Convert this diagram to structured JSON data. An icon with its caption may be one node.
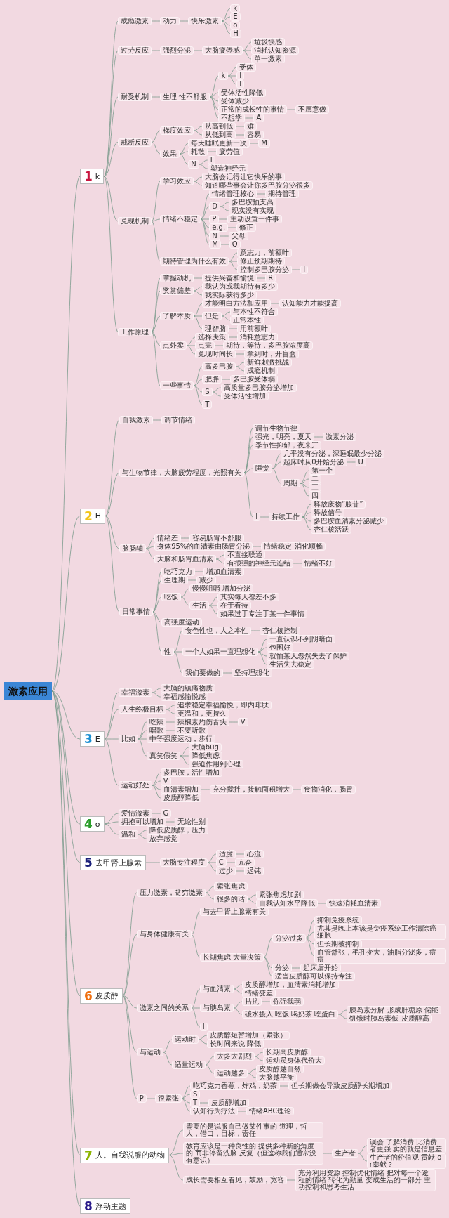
{
  "diagram": {
    "nodes": [
      {
        "text": [
          "激素应用"
        ]
      },
      {
        "text": [
          "1",
          "k"
        ]
      },
      {
        "text": [
          "成瘾激素"
        ]
      },
      {
        "text": [
          "动力"
        ]
      },
      {
        "text": [
          "快乐激素"
        ]
      },
      {
        "text": [
          "k"
        ]
      },
      {
        "text": [
          "E"
        ]
      },
      {
        "text": [
          "o"
        ]
      },
      {
        "text": [
          "H"
        ]
      },
      {
        "text": [
          "过劳反应"
        ]
      },
      {
        "text": [
          "强烈分泌"
        ]
      },
      {
        "text": [
          "大脑疲倦感"
        ]
      },
      {
        "text": [
          "垃圾快感"
        ]
      },
      {
        "text": [
          "消耗认知资源"
        ]
      },
      {
        "text": [
          "单一激素"
        ]
      },
      {
        "text": [
          "耐受机制"
        ]
      },
      {
        "text": [
          "生理 性不舒服"
        ]
      },
      {
        "text": [
          "k"
        ]
      },
      {
        "text": [
          "受体"
        ]
      },
      {
        "text": [
          "I"
        ]
      },
      {
        "text": [
          "I"
        ]
      },
      {
        "text": [
          "受体活性降低"
        ]
      },
      {
        "text": [
          "受体减少"
        ]
      },
      {
        "text": [
          "正常的成长性的事情"
        ]
      },
      {
        "text": [
          "不愿意做"
        ]
      },
      {
        "text": [
          "不想学"
        ]
      },
      {
        "text": [
          "A"
        ]
      },
      {
        "text": [
          "戒断反应"
        ]
      },
      {
        "text": [
          "梯度效应"
        ]
      },
      {
        "text": [
          "从高到低"
        ]
      },
      {
        "text": [
          "难"
        ]
      },
      {
        "text": [
          "从低到高"
        ]
      },
      {
        "text": [
          "容易"
        ]
      },
      {
        "text": [
          "效果"
        ]
      },
      {
        "text": [
          "每天睡眠更新一次"
        ]
      },
      {
        "text": [
          "M"
        ]
      },
      {
        "text": [
          "耗散"
        ]
      },
      {
        "text": [
          "疲劳值"
        ]
      },
      {
        "text": [
          "N"
        ]
      },
      {
        "text": [
          "I"
        ]
      },
      {
        "text": [
          "塑造神经元"
        ]
      },
      {
        "text": [
          "兑现机制"
        ]
      },
      {
        "text": [
          "学习效应"
        ]
      },
      {
        "text": [
          "大脑会记得让它快乐的事"
        ]
      },
      {
        "text": [
          "知道哪些事会让你多巴胺分泌很多"
        ]
      },
      {
        "text": [
          "情绪不稳定"
        ]
      },
      {
        "text": [
          "情绪管理核心"
        ]
      },
      {
        "text": [
          "期待管理"
        ]
      },
      {
        "text": [
          "D"
        ]
      },
      {
        "text": [
          "多巴胺预支高"
        ]
      },
      {
        "text": [
          "现实没有实现"
        ]
      },
      {
        "text": [
          "P"
        ]
      },
      {
        "text": [
          "主动设置一件事"
        ]
      },
      {
        "text": [
          "e.g."
        ]
      },
      {
        "text": [
          "修正"
        ]
      },
      {
        "text": [
          "N"
        ]
      },
      {
        "text": [
          "父母"
        ]
      },
      {
        "text": [
          "M"
        ]
      },
      {
        "text": [
          "Q"
        ]
      },
      {
        "text": [
          "期待管理为什么有效"
        ]
      },
      {
        "text": [
          "意志力，前额叶"
        ]
      },
      {
        "text": [
          "修正预期期待"
        ]
      },
      {
        "text": [
          "控制多巴胺分泌"
        ]
      },
      {
        "text": [
          "I"
        ]
      },
      {
        "text": [
          "工作原理"
        ]
      },
      {
        "text": [
          "掌握动机"
        ]
      },
      {
        "text": [
          "提供兴奋和愉悦"
        ]
      },
      {
        "text": [
          "R"
        ]
      },
      {
        "text": [
          "奖赏偏差"
        ]
      },
      {
        "text": [
          "我认为或我期待有多少"
        ]
      },
      {
        "text": [
          "我实际获得多少"
        ]
      },
      {
        "text": [
          "了解本质"
        ]
      },
      {
        "text": [
          "才能明白方法和应用"
        ]
      },
      {
        "text": [
          "认知能力才能提高"
        ]
      },
      {
        "text": [
          "但是"
        ]
      },
      {
        "text": [
          "与本性不符合"
        ]
      },
      {
        "text": [
          "正常本性"
        ]
      },
      {
        "text": [
          "理智脑"
        ]
      },
      {
        "text": [
          "用前额叶"
        ]
      },
      {
        "text": [
          "点外卖"
        ]
      },
      {
        "text": [
          "选择决策"
        ]
      },
      {
        "text": [
          "消耗意志力"
        ]
      },
      {
        "text": [
          "点完"
        ]
      },
      {
        "text": [
          "期待，等待，多巴胺浓度高"
        ]
      },
      {
        "text": [
          "兑现时间长"
        ]
      },
      {
        "text": [
          "拿到时，开盲盒"
        ]
      },
      {
        "text": [
          "一些事情"
        ]
      },
      {
        "text": [
          "高多巴胺"
        ]
      },
      {
        "text": [
          "新鲜刺激挑战"
        ]
      },
      {
        "text": [
          "成瘾机制"
        ]
      },
      {
        "text": [
          "肥胖"
        ]
      },
      {
        "text": [
          "多巴胺受体弱"
        ]
      },
      {
        "text": [
          "S"
        ]
      },
      {
        "text": [
          "高质量多巴胺分泌增加"
        ]
      },
      {
        "text": [
          "受体活性增加"
        ]
      },
      {
        "text": [
          "T"
        ]
      },
      {
        "text": [
          "2",
          "H"
        ]
      },
      {
        "text": [
          "自我激素"
        ]
      },
      {
        "text": [
          "调节情绪"
        ]
      },
      {
        "text": [
          "与生物节律，大脑疲劳程度，光照有关"
        ]
      },
      {
        "text": [
          "调节生物节律"
        ]
      },
      {
        "text": [
          "强光，明亮，夏天"
        ]
      },
      {
        "text": [
          "激素分泌"
        ]
      },
      {
        "text": [
          "季节性抑郁，夜来开"
        ]
      },
      {
        "text": [
          "睡觉"
        ]
      },
      {
        "text": [
          "几乎没有分泌，深睡眠最少分泌"
        ]
      },
      {
        "text": [
          "起床时从0开始分泌"
        ]
      },
      {
        "text": [
          "U"
        ]
      },
      {
        "text": [
          "周期"
        ]
      },
      {
        "text": [
          "第一个"
        ]
      },
      {
        "text": [
          "二"
        ]
      },
      {
        "text": [
          "三"
        ]
      },
      {
        "text": [
          "四"
        ]
      },
      {
        "text": [
          "I"
        ]
      },
      {
        "text": [
          "持续工作"
        ]
      },
      {
        "text": [
          "释放废物“腺苷”"
        ]
      },
      {
        "text": [
          "释放信号"
        ]
      },
      {
        "text": [
          "多巴胺血清素分泌减少"
        ]
      },
      {
        "text": [
          "杏仁核活跃"
        ]
      },
      {
        "text": [
          "脑肠轴"
        ]
      },
      {
        "text": [
          "情绪差"
        ]
      },
      {
        "text": [
          "容易肠胃不舒服"
        ]
      },
      {
        "text": [
          "身体95%的血清素由肠胃分泌"
        ]
      },
      {
        "text": [
          "情绪稳定 消化顺畅"
        ]
      },
      {
        "text": [
          "大脑和肠胃血清素"
        ]
      },
      {
        "text": [
          "不直接联通"
        ]
      },
      {
        "text": [
          "有很强的神经元连结"
        ]
      },
      {
        "text": [
          "情绪不好"
        ]
      },
      {
        "text": [
          "日常事情"
        ]
      },
      {
        "text": [
          "吃巧克力"
        ]
      },
      {
        "text": [
          "增加血清素"
        ]
      },
      {
        "text": [
          "生理期"
        ]
      },
      {
        "text": [
          "减少"
        ]
      },
      {
        "text": [
          "吃饭"
        ]
      },
      {
        "text": [
          "慢慢咀嚼 增加分泌"
        ]
      },
      {
        "text": [
          "生活"
        ]
      },
      {
        "text": [
          "其实每天都差不多"
        ]
      },
      {
        "text": [
          "在于看待"
        ]
      },
      {
        "text": [
          "如果过于专注于某一件事情"
        ]
      },
      {
        "text": [
          "高强度运动"
        ]
      },
      {
        "text": [
          "性"
        ]
      },
      {
        "text": [
          "食色性也，人之本性"
        ]
      },
      {
        "text": [
          "杏仁核控制"
        ]
      },
      {
        "text": [
          "一个人如果一直理想化"
        ]
      },
      {
        "text": [
          "一直认识不到阴暗面"
        ]
      },
      {
        "text": [
          "包围好"
        ]
      },
      {
        "text": [
          "就怕某天忽然失去了保护"
        ]
      },
      {
        "text": [
          "生活失去稳定"
        ]
      },
      {
        "text": [
          "我们要做的"
        ]
      },
      {
        "text": [
          "坚持理想化"
        ]
      },
      {
        "text": [
          "3",
          "E"
        ]
      },
      {
        "text": [
          "幸福激素"
        ]
      },
      {
        "text": [
          "大脑的镇痛物质"
        ]
      },
      {
        "text": [
          "幸福感愉悦感"
        ]
      },
      {
        "text": [
          "人生终极目标"
        ]
      },
      {
        "text": [
          "追求稳定幸福愉悦，即内啡肽"
        ]
      },
      {
        "text": [
          "更温和，更持久"
        ]
      },
      {
        "text": [
          "比如"
        ]
      },
      {
        "text": [
          "吃辣"
        ]
      },
      {
        "text": [
          "辣椒素灼伤舌头"
        ]
      },
      {
        "text": [
          "V"
        ]
      },
      {
        "text": [
          "唱歌"
        ]
      },
      {
        "text": [
          "不要听歌"
        ]
      },
      {
        "text": [
          "中等强度运动，步行"
        ]
      },
      {
        "text": [
          "真笑假笑"
        ]
      },
      {
        "text": [
          "大脑bug"
        ]
      },
      {
        "text": [
          "降低焦虑"
        ]
      },
      {
        "text": [
          "强迫作用到心理"
        ]
      },
      {
        "text": [
          "运动好处"
        ]
      },
      {
        "text": [
          "多巴胺，活性增加"
        ]
      },
      {
        "text": [
          "V"
        ]
      },
      {
        "text": [
          "血清素增加"
        ]
      },
      {
        "text": [
          "充分搅拌，接触面积增大"
        ]
      },
      {
        "text": [
          "食物消化，肠胃"
        ]
      },
      {
        "text": [
          "皮质醇降低"
        ]
      },
      {
        "text": [
          "4",
          "o"
        ]
      },
      {
        "text": [
          "爱情激素"
        ]
      },
      {
        "text": [
          "G"
        ]
      },
      {
        "text": [
          "拥抱可以增加"
        ]
      },
      {
        "text": [
          "无论性别"
        ]
      },
      {
        "text": [
          "温和"
        ]
      },
      {
        "text": [
          "降低皮质醇，压力"
        ]
      },
      {
        "text": [
          "放弃感觉"
        ]
      },
      {
        "text": [
          "5",
          "去甲肾上腺素"
        ]
      },
      {
        "text": [
          "大脑专注程度"
        ]
      },
      {
        "text": [
          "适度"
        ]
      },
      {
        "text": [
          "心流"
        ]
      },
      {
        "text": [
          "C"
        ]
      },
      {
        "text": [
          "亢奋"
        ]
      },
      {
        "text": [
          "过少"
        ]
      },
      {
        "text": [
          "迟钝"
        ]
      },
      {
        "text": [
          "6",
          "皮质醇"
        ]
      },
      {
        "text": [
          "压力激素，贫穷激素"
        ]
      },
      {
        "text": [
          "紧张焦虑"
        ]
      },
      {
        "text": [
          "很多的话"
        ]
      },
      {
        "text": [
          "紧张焦虑加剧"
        ]
      },
      {
        "text": [
          "自我认知水平降低"
        ]
      },
      {
        "text": [
          "快速消耗血清素"
        ]
      },
      {
        "text": [
          "与身体健康有关"
        ]
      },
      {
        "text": [
          "与去甲肾上腺素有关"
        ]
      },
      {
        "text": [
          "长期焦虑 大量决策"
        ]
      },
      {
        "text": [
          "分泌过多"
        ]
      },
      {
        "text": [
          "抑制免疫系统"
        ]
      },
      {
        "text": [
          "尤其是晚上本该是免疫系统工作清除癌细胞"
        ]
      },
      {
        "text": [
          "但长期被抑制"
        ]
      },
      {
        "text": [
          "血管舒张，毛孔变大，油脂分泌多，痘痘"
        ]
      },
      {
        "text": [
          "分泌"
        ]
      },
      {
        "text": [
          "起床后开始"
        ]
      },
      {
        "text": [
          "适当皮质醇可以保持专注"
        ]
      },
      {
        "text": [
          "激素之间的关系"
        ]
      },
      {
        "text": [
          "与血清素"
        ]
      },
      {
        "text": [
          "皮质醇增加，血清素消耗增加"
        ]
      },
      {
        "text": [
          "情绪变差"
        ]
      },
      {
        "text": [
          "与胰岛素"
        ]
      },
      {
        "text": [
          "拮抗"
        ]
      },
      {
        "text": [
          "你强我弱"
        ]
      },
      {
        "text": [
          "碳水摄入 吃饭 喝奶茶 吃蛋白"
        ]
      },
      {
        "text": [
          "胰岛素分解 形成肝糖原 储能"
        ]
      },
      {
        "text": [
          "饥饿时胰岛素低 皮质醇高"
        ]
      },
      {
        "text": [
          "I"
        ]
      },
      {
        "text": [
          "与运动"
        ]
      },
      {
        "text": [
          "运动时"
        ]
      },
      {
        "text": [
          "皮质醇短暂增加（紧张）"
        ]
      },
      {
        "text": [
          "长时间来说 降低"
        ]
      },
      {
        "text": [
          "适量运动"
        ]
      },
      {
        "text": [
          "太多太剧烈"
        ]
      },
      {
        "text": [
          "长期高皮质醇"
        ]
      },
      {
        "text": [
          "运动员身体代价大"
        ]
      },
      {
        "text": [
          "运动越多"
        ]
      },
      {
        "text": [
          "皮质醇越自然"
        ]
      },
      {
        "text": [
          "大脑越平衡"
        ]
      },
      {
        "text": [
          "P"
        ]
      },
      {
        "text": [
          "很紧张"
        ]
      },
      {
        "text": [
          "吃巧克力香蕉，炸鸡，奶茶"
        ]
      },
      {
        "text": [
          "但长期做会导致皮质醇长期增加"
        ]
      },
      {
        "text": [
          "S"
        ]
      },
      {
        "text": [
          "T"
        ]
      },
      {
        "text": [
          "皮质醇增加"
        ]
      },
      {
        "text": [
          "认知行为疗法"
        ]
      },
      {
        "text": [
          "情绪ABC理论"
        ]
      },
      {
        "text": [
          "7",
          "人。自我说服的动物"
        ]
      },
      {
        "text": [
          "需要的是说服自己做某件事的 道理，哲人，借口，目标，责任"
        ]
      },
      {
        "text": [
          "教育应该是一种良性的 提供多种新的角度的 而非停留洗脑 反复（但这称我们通常没有意识）"
        ]
      },
      {
        "text": [
          "生产者"
        ]
      },
      {
        "text": [
          "误会 了解消费 比消费者更强 卖的就是信息差"
        ]
      },
      {
        "text": [
          "生产者的价值观 贡献 or奉献？"
        ]
      },
      {
        "text": [
          "成长需要相互看见，鼓励，宽容"
        ]
      },
      {
        "text": [
          "充分利用资源 控制优化情绪 把对每一个途程的情绪 转化为勤量 变成生活的一部分 主动控制和思考生活"
        ]
      },
      {
        "text": [
          "8",
          "浮动主题"
        ]
      }
    ],
    "edges": [
      {
        "from": 0,
        "to": 1,
        "arrow": "none"
      },
      {
        "from": 1,
        "to": 2,
        "arrow": "none"
      },
      {
        "from": 2,
        "to": 3,
        "arrow": "none"
      },
      {
        "from": 3,
        "to": 4,
        "arrow": "none"
      },
      {
        "from": 4,
        "to": 5,
        "arrow": "none"
      },
      {
        "from": 4,
        "to": 6,
        "arrow": "none"
      },
      {
        "from": 4,
        "to": 7,
        "arrow": "none"
      },
      {
        "from": 4,
        "to": 8,
        "arrow": "none"
      },
      {
        "from": 1,
        "to": 9,
        "arrow": "none"
      },
      {
        "from": 9,
        "to": 10,
        "arrow": "none"
      },
      {
        "from": 10,
        "to": 11,
        "arrow": "none"
      },
      {
        "from": 11,
        "to": 12,
        "arrow": "none"
      },
      {
        "from": 11,
        "to": 13,
        "arrow": "none"
      },
      {
        "from": 11,
        "to": 14,
        "arrow": "none"
      },
      {
        "from": 1,
        "to": 15,
        "arrow": "none"
      },
      {
        "from": 15,
        "to": 16,
        "arrow": "none"
      },
      {
        "from": 16,
        "to": 17,
        "arrow": "none"
      },
      {
        "from": 17,
        "to": 18,
        "arrow": "none"
      },
      {
        "from": 17,
        "to": 19,
        "arrow": "none"
      },
      {
        "from": 17,
        "to": 20,
        "arrow": "none"
      },
      {
        "from": 16,
        "to": 21,
        "arrow": "none"
      },
      {
        "from": 16,
        "to": 22,
        "arrow": "none"
      },
      {
        "from": 16,
        "to": 23,
        "arrow": "none"
      },
      {
        "from": 23,
        "to": 24,
        "arrow": "none"
      },
      {
        "from": 16,
        "to": 25,
        "arrow": "none"
      },
      {
        "from": 25,
        "to": 26,
        "arrow": "none"
      },
      {
        "from": 1,
        "to": 27,
        "arrow": "none"
      },
      {
        "from": 27,
        "to": 28,
        "arrow": "none"
      },
      {
        "from": 28,
        "to": 29,
        "arrow": "none"
      },
      {
        "from": 29,
        "to": 30,
        "arrow": "none"
      },
      {
        "from": 28,
        "to": 31,
        "arrow": "none"
      },
      {
        "from": 31,
        "to": 32,
        "arrow": "none"
      },
      {
        "from": 27,
        "to": 33,
        "arrow": "none"
      },
      {
        "from": 33,
        "to": 34,
        "arrow": "none"
      },
      {
        "from": 34,
        "to": 35,
        "arrow": "none"
      },
      {
        "from": 33,
        "to": 36,
        "arrow": "none"
      },
      {
        "from": 36,
        "to": 37,
        "arrow": "none"
      },
      {
        "from": 33,
        "to": 38,
        "arrow": "none"
      },
      {
        "from": 38,
        "to": 39,
        "arrow": "none"
      },
      {
        "from": 38,
        "to": 40,
        "arrow": "none"
      },
      {
        "from": 1,
        "to": 41,
        "arrow": "none"
      },
      {
        "from": 41,
        "to": 42,
        "arrow": "none"
      },
      {
        "from": 42,
        "to": 43,
        "arrow": "none"
      },
      {
        "from": 42,
        "to": 44,
        "arrow": "none"
      },
      {
        "from": 41,
        "to": 45,
        "arrow": "none"
      },
      {
        "from": 45,
        "to": 46,
        "arrow": "none"
      },
      {
        "from": 46,
        "to": 47,
        "arrow": "none"
      },
      {
        "from": 45,
        "to": 48,
        "arrow": "none"
      },
      {
        "from": 48,
        "to": 49,
        "arrow": "none"
      },
      {
        "from": 48,
        "to": 50,
        "arrow": "none"
      },
      {
        "from": 45,
        "to": 51,
        "arrow": "none"
      },
      {
        "from": 51,
        "to": 52,
        "arrow": "none"
      },
      {
        "from": 45,
        "to": 53,
        "arrow": "none"
      },
      {
        "from": 53,
        "to": 54,
        "arrow": "none"
      },
      {
        "from": 45,
        "to": 55,
        "arrow": "none"
      },
      {
        "from": 55,
        "to": 56,
        "arrow": "none"
      },
      {
        "from": 45,
        "to": 57,
        "arrow": "none"
      },
      {
        "from": 57,
        "to": 58,
        "arrow": "none"
      },
      {
        "from": 41,
        "to": 59,
        "arrow": "none"
      },
      {
        "from": 59,
        "to": 60,
        "arrow": "none"
      },
      {
        "from": 59,
        "to": 61,
        "arrow": "none"
      },
      {
        "from": 59,
        "to": 62,
        "arrow": "none"
      },
      {
        "from": 62,
        "to": 63,
        "arrow": "none"
      },
      {
        "from": 1,
        "to": 64,
        "arrow": "none"
      },
      {
        "from": 64,
        "to": 65,
        "arrow": "none"
      },
      {
        "from": 65,
        "to": 66,
        "arrow": "none"
      },
      {
        "from": 66,
        "to": 67,
        "arrow": "none"
      },
      {
        "from": 64,
        "to": 68,
        "arrow": "none"
      },
      {
        "from": 68,
        "to": 69,
        "arrow": "none"
      },
      {
        "from": 68,
        "to": 70,
        "arrow": "none"
      },
      {
        "from": 64,
        "to": 71,
        "arrow": "none"
      },
      {
        "from": 71,
        "to": 72,
        "arrow": "none"
      },
      {
        "from": 72,
        "to": 73,
        "arrow": "none"
      },
      {
        "from": 71,
        "to": 74,
        "arrow": "none"
      },
      {
        "from": 74,
        "to": 75,
        "arrow": "none"
      },
      {
        "from": 74,
        "to": 76,
        "arrow": "none"
      },
      {
        "from": 71,
        "to": 77,
        "arrow": "none"
      },
      {
        "from": 77,
        "to": 78,
        "arrow": "none"
      },
      {
        "from": 64,
        "to": 79,
        "arrow": "none"
      },
      {
        "from": 79,
        "to": 80,
        "arrow": "none"
      },
      {
        "from": 80,
        "to": 81,
        "arrow": "none"
      },
      {
        "from": 79,
        "to": 82,
        "arrow": "none"
      },
      {
        "from": 82,
        "to": 83,
        "arrow": "none"
      },
      {
        "from": 79,
        "to": 84,
        "arrow": "none"
      },
      {
        "from": 84,
        "to": 85,
        "arrow": "none"
      },
      {
        "from": 64,
        "to": 86,
        "arrow": "none"
      },
      {
        "from": 86,
        "to": 87,
        "arrow": "none"
      },
      {
        "from": 87,
        "to": 88,
        "arrow": "none"
      },
      {
        "from": 87,
        "to": 89,
        "arrow": "none"
      },
      {
        "from": 86,
        "to": 90,
        "arrow": "none"
      },
      {
        "from": 90,
        "to": 91,
        "arrow": "none"
      },
      {
        "from": 86,
        "to": 92,
        "arrow": "none"
      },
      {
        "from": 92,
        "to": 93,
        "arrow": "none"
      },
      {
        "from": 92,
        "to": 94,
        "arrow": "none"
      },
      {
        "from": 86,
        "to": 95,
        "arrow": "none"
      },
      {
        "from": 0,
        "to": 96,
        "arrow": "none"
      },
      {
        "from": 96,
        "to": 97,
        "arrow": "none"
      },
      {
        "from": 97,
        "to": 98,
        "arrow": "none"
      },
      {
        "from": 96,
        "to": 99,
        "arrow": "none"
      },
      {
        "from": 99,
        "to": 100,
        "arrow": "none"
      },
      {
        "from": 99,
        "to": 101,
        "arrow": "none"
      },
      {
        "from": 101,
        "to": 102,
        "arrow": "none"
      },
      {
        "from": 99,
        "to": 103,
        "arrow": "none"
      },
      {
        "from": 99,
        "to": 104,
        "arrow": "none"
      },
      {
        "from": 104,
        "to": 105,
        "arrow": "none"
      },
      {
        "from": 104,
        "to": 106,
        "arrow": "none"
      },
      {
        "from": 106,
        "to": 107,
        "arrow": "none"
      },
      {
        "from": 104,
        "to": 108,
        "arrow": "none"
      },
      {
        "from": 108,
        "to": 109,
        "arrow": "none"
      },
      {
        "from": 108,
        "to": 110,
        "arrow": "none"
      },
      {
        "from": 108,
        "to": 111,
        "arrow": "none"
      },
      {
        "from": 108,
        "to": 112,
        "arrow": "none"
      },
      {
        "from": 99,
        "to": 113,
        "arrow": "none"
      },
      {
        "from": 113,
        "to": 114,
        "arrow": "none"
      },
      {
        "from": 114,
        "to": 115,
        "arrow": "none"
      },
      {
        "from": 114,
        "to": 116,
        "arrow": "none"
      },
      {
        "from": 114,
        "to": 117,
        "arrow": "none"
      },
      {
        "from": 114,
        "to": 118,
        "arrow": "none"
      },
      {
        "from": 96,
        "to": 119,
        "arrow": "none"
      },
      {
        "from": 119,
        "to": 120,
        "arrow": "none"
      },
      {
        "from": 120,
        "to": 121,
        "arrow": "none"
      },
      {
        "from": 119,
        "to": 122,
        "arrow": "none"
      },
      {
        "from": 122,
        "to": 123,
        "arrow": "none"
      },
      {
        "from": 119,
        "to": 124,
        "arrow": "none"
      },
      {
        "from": 124,
        "to": 125,
        "arrow": "none"
      },
      {
        "from": 124,
        "to": 126,
        "arrow": "none"
      },
      {
        "from": 126,
        "to": 127,
        "arrow": "none"
      },
      {
        "from": 96,
        "to": 128,
        "arrow": "none"
      },
      {
        "from": 128,
        "to": 129,
        "arrow": "none"
      },
      {
        "from": 129,
        "to": 130,
        "arrow": "none"
      },
      {
        "from": 128,
        "to": 131,
        "arrow": "none"
      },
      {
        "from": 131,
        "to": 132,
        "arrow": "none"
      },
      {
        "from": 128,
        "to": 133,
        "arrow": "none"
      },
      {
        "from": 133,
        "to": 134,
        "arrow": "none"
      },
      {
        "from": 133,
        "to": 135,
        "arrow": "none"
      },
      {
        "from": 135,
        "to": 136,
        "arrow": "none"
      },
      {
        "from": 135,
        "to": 137,
        "arrow": "none"
      },
      {
        "from": 135,
        "to": 138,
        "arrow": "none"
      },
      {
        "from": 128,
        "to": 139,
        "arrow": "none"
      },
      {
        "from": 128,
        "to": 140,
        "arrow": "none"
      },
      {
        "from": 140,
        "to": 141,
        "arrow": "none"
      },
      {
        "from": 141,
        "to": 142,
        "arrow": "none"
      },
      {
        "from": 140,
        "to": 143,
        "arrow": "none"
      },
      {
        "from": 143,
        "to": 144,
        "arrow": "none"
      },
      {
        "from": 143,
        "to": 145,
        "arrow": "none"
      },
      {
        "from": 143,
        "to": 146,
        "arrow": "none"
      },
      {
        "from": 143,
        "to": 147,
        "arrow": "none"
      },
      {
        "from": 140,
        "to": 148,
        "arrow": "none"
      },
      {
        "from": 148,
        "to": 149,
        "arrow": "none"
      },
      {
        "from": 0,
        "to": 150,
        "arrow": "none"
      },
      {
        "from": 150,
        "to": 151,
        "arrow": "none"
      },
      {
        "from": 151,
        "to": 152,
        "arrow": "none"
      },
      {
        "from": 151,
        "to": 153,
        "arrow": "none"
      },
      {
        "from": 150,
        "to": 154,
        "arrow": "none"
      },
      {
        "from": 154,
        "to": 155,
        "arrow": "none"
      },
      {
        "from": 154,
        "to": 156,
        "arrow": "none"
      },
      {
        "from": 150,
        "to": 157,
        "arrow": "none"
      },
      {
        "from": 157,
        "to": 158,
        "arrow": "none"
      },
      {
        "from": 158,
        "to": 159,
        "arrow": "none"
      },
      {
        "from": 159,
        "to": 160,
        "arrow": "none"
      },
      {
        "from": 157,
        "to": 161,
        "arrow": "none"
      },
      {
        "from": 161,
        "to": 162,
        "arrow": "none"
      },
      {
        "from": 157,
        "to": 163,
        "arrow": "none"
      },
      {
        "from": 157,
        "to": 164,
        "arrow": "none"
      },
      {
        "from": 164,
        "to": 165,
        "arrow": "none"
      },
      {
        "from": 164,
        "to": 166,
        "arrow": "none"
      },
      {
        "from": 164,
        "to": 167,
        "arrow": "none"
      },
      {
        "from": 150,
        "to": 168,
        "arrow": "none"
      },
      {
        "from": 168,
        "to": 169,
        "arrow": "none"
      },
      {
        "from": 168,
        "to": 170,
        "arrow": "none"
      },
      {
        "from": 168,
        "to": 171,
        "arrow": "none"
      },
      {
        "from": 171,
        "to": 172,
        "arrow": "none"
      },
      {
        "from": 172,
        "to": 173,
        "arrow": "none"
      },
      {
        "from": 168,
        "to": 174,
        "arrow": "none"
      },
      {
        "from": 0,
        "to": 175,
        "arrow": "none"
      },
      {
        "from": 175,
        "to": 176,
        "arrow": "none"
      },
      {
        "from": 176,
        "to": 177,
        "arrow": "none"
      },
      {
        "from": 175,
        "to": 178,
        "arrow": "none"
      },
      {
        "from": 178,
        "to": 179,
        "arrow": "none"
      },
      {
        "from": 175,
        "to": 180,
        "arrow": "none"
      },
      {
        "from": 180,
        "to": 181,
        "arrow": "none"
      },
      {
        "from": 180,
        "to": 182,
        "arrow": "none"
      },
      {
        "from": 0,
        "to": 183,
        "arrow": "none"
      },
      {
        "from": 183,
        "to": 184,
        "arrow": "none"
      },
      {
        "from": 184,
        "to": 185,
        "arrow": "none"
      },
      {
        "from": 185,
        "to": 186,
        "arrow": "none"
      },
      {
        "from": 184,
        "to": 187,
        "arrow": "none"
      },
      {
        "from": 187,
        "to": 188,
        "arrow": "none"
      },
      {
        "from": 184,
        "to": 189,
        "arrow": "none"
      },
      {
        "from": 189,
        "to": 190,
        "arrow": "none"
      },
      {
        "from": 0,
        "to": 191,
        "arrow": "none"
      },
      {
        "from": 191,
        "to": 192,
        "arrow": "none"
      },
      {
        "from": 192,
        "to": 193,
        "arrow": "none"
      },
      {
        "from": 192,
        "to": 194,
        "arrow": "none"
      },
      {
        "from": 194,
        "to": 195,
        "arrow": "none"
      },
      {
        "from": 194,
        "to": 196,
        "arrow": "none"
      },
      {
        "from": 196,
        "to": 197,
        "arrow": "none"
      },
      {
        "from": 191,
        "to": 198,
        "arrow": "none"
      },
      {
        "from": 198,
        "to": 199,
        "arrow": "none"
      },
      {
        "from": 198,
        "to": 200,
        "arrow": "none"
      },
      {
        "from": 200,
        "to": 201,
        "arrow": "none"
      },
      {
        "from": 201,
        "to": 202,
        "arrow": "none"
      },
      {
        "from": 201,
        "to": 203,
        "arrow": "none"
      },
      {
        "from": 201,
        "to": 204,
        "arrow": "none"
      },
      {
        "from": 201,
        "to": 205,
        "arrow": "none"
      },
      {
        "from": 200,
        "to": 206,
        "arrow": "none"
      },
      {
        "from": 206,
        "to": 207,
        "arrow": "none"
      },
      {
        "from": 200,
        "to": 208,
        "arrow": "none"
      },
      {
        "from": 191,
        "to": 209,
        "arrow": "none"
      },
      {
        "from": 209,
        "to": 210,
        "arrow": "none"
      },
      {
        "from": 210,
        "to": 211,
        "arrow": "none"
      },
      {
        "from": 210,
        "to": 212,
        "arrow": "none"
      },
      {
        "from": 209,
        "to": 213,
        "arrow": "none"
      },
      {
        "from": 213,
        "to": 214,
        "arrow": "none"
      },
      {
        "from": 214,
        "to": 215,
        "arrow": "none"
      },
      {
        "from": 213,
        "to": 216,
        "arrow": "none"
      },
      {
        "from": 216,
        "to": 217,
        "arrow": "none"
      },
      {
        "from": 216,
        "to": 218,
        "arrow": "none"
      },
      {
        "from": 209,
        "to": 219,
        "arrow": "none"
      },
      {
        "from": 191,
        "to": 220,
        "arrow": "none"
      },
      {
        "from": 220,
        "to": 221,
        "arrow": "none"
      },
      {
        "from": 221,
        "to": 222,
        "arrow": "none"
      },
      {
        "from": 221,
        "to": 223,
        "arrow": "none"
      },
      {
        "from": 220,
        "to": 224,
        "arrow": "none"
      },
      {
        "from": 224,
        "to": 225,
        "arrow": "none"
      },
      {
        "from": 225,
        "to": 226,
        "arrow": "none"
      },
      {
        "from": 225,
        "to": 227,
        "arrow": "none"
      },
      {
        "from": 224,
        "to": 228,
        "arrow": "none"
      },
      {
        "from": 228,
        "to": 229,
        "arrow": "none"
      },
      {
        "from": 228,
        "to": 230,
        "arrow": "none"
      },
      {
        "from": 191,
        "to": 231,
        "arrow": "none"
      },
      {
        "from": 231,
        "to": 232,
        "arrow": "none"
      },
      {
        "from": 232,
        "to": 233,
        "arrow": "none"
      },
      {
        "from": 233,
        "to": 234,
        "arrow": "none"
      },
      {
        "from": 232,
        "to": 235,
        "arrow": "none"
      },
      {
        "from": 232,
        "to": 236,
        "arrow": "none"
      },
      {
        "from": 236,
        "to": 237,
        "arrow": "none"
      },
      {
        "from": 232,
        "to": 238,
        "arrow": "none"
      },
      {
        "from": 238,
        "to": 239,
        "arrow": "none"
      },
      {
        "from": 0,
        "to": 240,
        "arrow": "none"
      },
      {
        "from": 240,
        "to": 241,
        "arrow": "none"
      },
      {
        "from": 240,
        "to": 242,
        "arrow": "none"
      },
      {
        "from": 242,
        "to": 243,
        "arrow": "none"
      },
      {
        "from": 243,
        "to": 244,
        "arrow": "none"
      },
      {
        "from": 243,
        "to": 245,
        "arrow": "none"
      },
      {
        "from": 240,
        "to": 246,
        "arrow": "none"
      },
      {
        "from": 246,
        "to": 247,
        "arrow": "none"
      },
      {
        "from": 0,
        "to": 248,
        "arrow": "none"
      }
    ]
  }
}
